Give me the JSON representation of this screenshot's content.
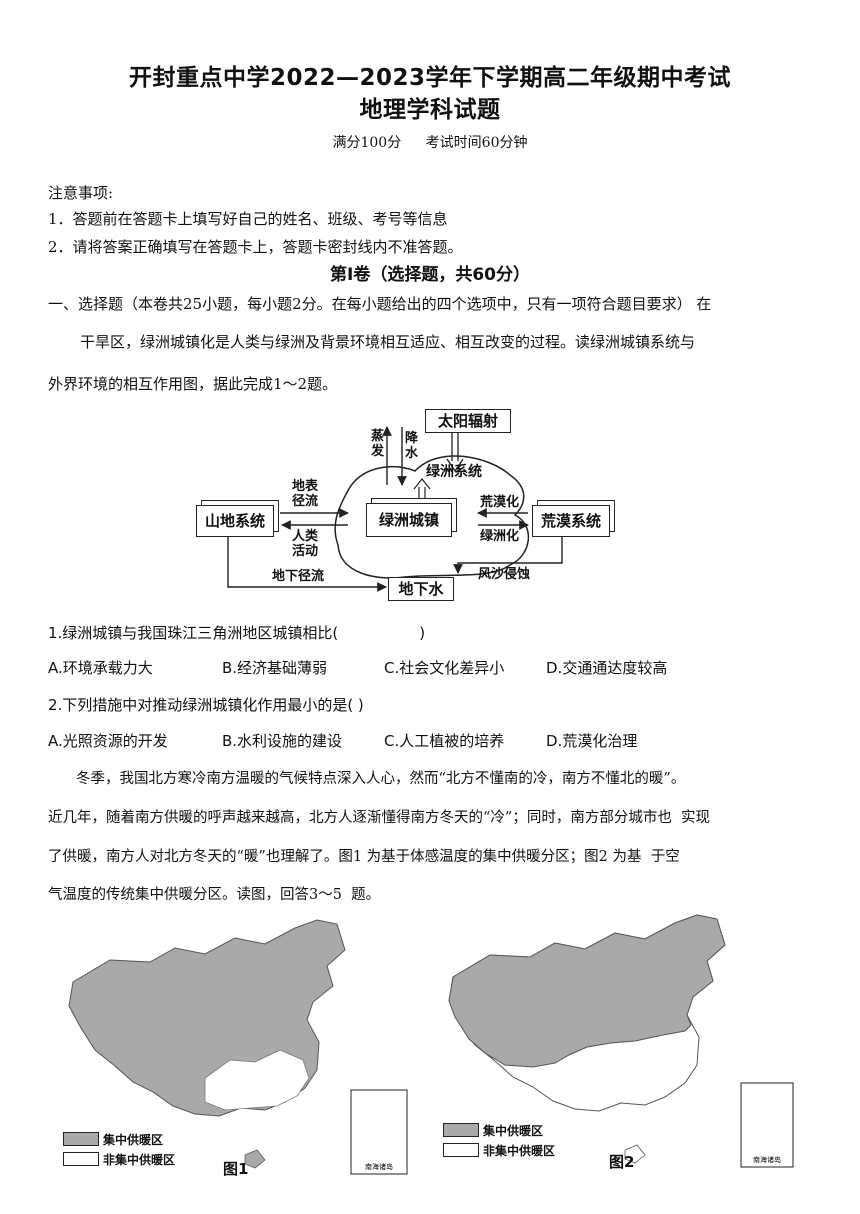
{
  "header": {
    "title_line1": "开封重点中学2022—2023学年下学期高二年级期中考试",
    "title_line2": "地理学科试题",
    "full_score": "满分100分",
    "exam_time": "考试时间60分钟"
  },
  "notice": {
    "heading": "注意事项:",
    "items": [
      "1．答题前在答题卡上填写好自己的姓名、班级、考号等信息",
      "2．请将答案正确填写在答题卡上，答题卡密封线内不准答题。"
    ]
  },
  "section": {
    "title": "第I卷（选择题，共60分）",
    "intro": "一、选择题（本卷共25小题，每小题2分。在每小题给出的四个选项中，只有一项符合题目要求）  在",
    "passage1_line1": "干旱区，绿洲城镇化是人类与绿洲及背景环境相互适应、相互改变的过程。读绿洲城镇系统与",
    "passage1_line2": "外界环境的相互作用图，据此完成1～2题。"
  },
  "diagram": {
    "sun": "太阳辐射",
    "evap": "蒸发",
    "precip": "降水",
    "oasis_system": "绿洲系统",
    "mountain": "山地系统",
    "oasis_town": "绿洲城镇",
    "desert": "荒漠系统",
    "surface_runoff": "地表径流",
    "human_activity": "人类活动",
    "desertification": "荒漠化",
    "oasisification": "绿洲化",
    "underground_runoff": "地下径流",
    "groundwater": "地下水",
    "wind_erosion": "风沙侵蚀"
  },
  "q1": {
    "stem": "1.绿洲城镇与我国珠江三角洲地区城镇相比(                 )",
    "options": [
      "A.环境承载力大",
      "B.经济基础薄弱",
      "C.社会文化差异小",
      "D.交通通达度较高"
    ]
  },
  "q2": {
    "stem": "2.下列措施中对推动绿洲城镇化作用最小的是( )",
    "options": [
      "A.光照资源的开发",
      "B.水利设施的建设",
      "C.人工植被的培养",
      "D.荒漠化治理"
    ]
  },
  "passage2": {
    "line1": "冬季，我国北方寒冷南方温暖的气候特点深入人心，然而“北方不懂南的冷，南方不懂北的暖”。",
    "line2": "近几年，随着南方供暖的呼声越来越高，北方人逐渐懂得南方冬天的“冷”；同时，南方部分城市也  实现",
    "line3": "了供暖，南方人对北方冬天的“暖”也理解了。图1 为基于体感温度的集中供暖分区；图2 为基  于空",
    "line4": "气温度的传统集中供暖分区。读图，回答3～5  题。"
  },
  "maps": {
    "legend_heated": "集中供暖区",
    "legend_unheated": "非集中供暖区",
    "fig1": "图1",
    "fig2": "图2",
    "inset": "南海诸岛",
    "heated_color": "#a9a9a9",
    "unheated_color": "#ffffff"
  }
}
